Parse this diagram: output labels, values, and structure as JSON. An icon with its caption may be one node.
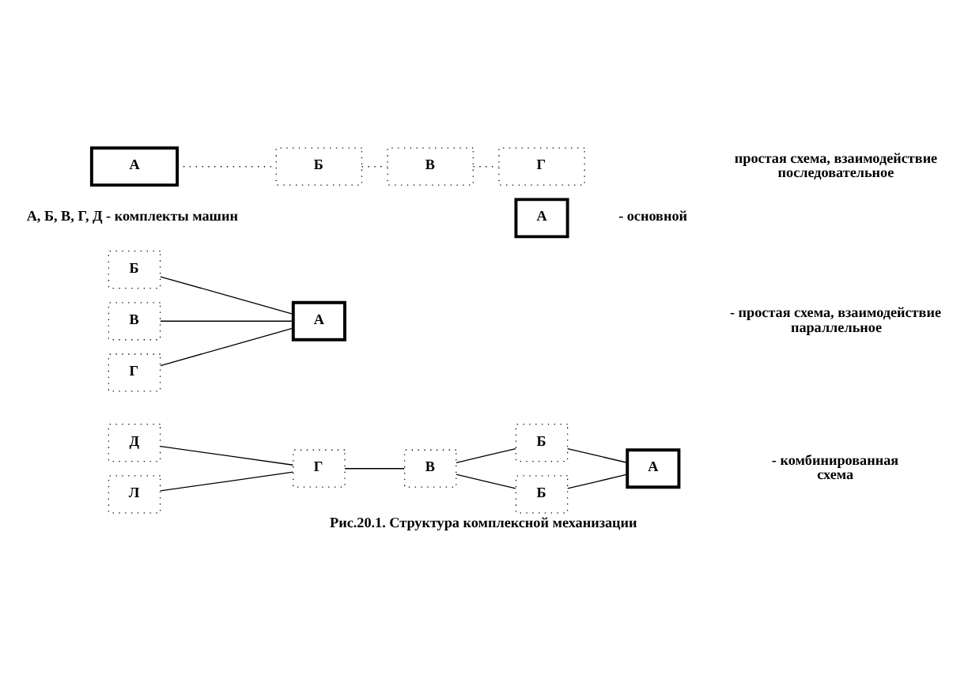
{
  "diagram": {
    "caption": "Рис.20.1. Структура комплексной механизации",
    "nodes": [
      {
        "text": [
          "А"
        ]
      },
      {
        "text": [
          "Б"
        ]
      },
      {
        "text": [
          "В"
        ]
      },
      {
        "text": [
          "Г"
        ]
      },
      {
        "text": [
          "А"
        ],
        "beside": [
          "- основной"
        ]
      },
      {
        "text": [
          "Б"
        ]
      },
      {
        "text": [
          "В"
        ]
      },
      {
        "text": [
          "Г"
        ]
      },
      {
        "text": [
          "А"
        ]
      },
      {
        "text": [
          "Д"
        ]
      },
      {
        "text": [
          "Л"
        ]
      },
      {
        "text": [
          "Г"
        ]
      },
      {
        "text": [
          "В"
        ]
      },
      {
        "text": [
          "Б"
        ]
      },
      {
        "text": [
          "Б"
        ]
      },
      {
        "text": [
          "А"
        ]
      }
    ],
    "edges": [
      {
        "from": 0,
        "to": 1,
        "arrow": "none",
        "style": "dashed"
      },
      {
        "from": 1,
        "to": 2,
        "arrow": "none",
        "style": "dashed"
      },
      {
        "from": 2,
        "to": 3,
        "arrow": "none",
        "style": "dashed"
      },
      {
        "from": 5,
        "to": 8,
        "arrow": "none"
      },
      {
        "from": 6,
        "to": 8,
        "arrow": "none"
      },
      {
        "from": 7,
        "to": 8,
        "arrow": "none"
      },
      {
        "from": 9,
        "to": 11,
        "arrow": "none"
      },
      {
        "from": 10,
        "to": 11,
        "arrow": "none"
      },
      {
        "from": 11,
        "to": 12,
        "arrow": "none"
      },
      {
        "from": 12,
        "to": 13,
        "arrow": "none"
      },
      {
        "from": 12,
        "to": 14,
        "arrow": "none"
      },
      {
        "from": 13,
        "to": 15,
        "arrow": "none"
      },
      {
        "from": 14,
        "to": 15,
        "arrow": "none"
      }
    ],
    "labels": [
      "простая схема, взаимодействие последовательное",
      "А, Б, В, Г, Д - комплекты машин",
      "- простая схема, взаимодействие параллельное",
      "- комбинированная схема"
    ]
  }
}
